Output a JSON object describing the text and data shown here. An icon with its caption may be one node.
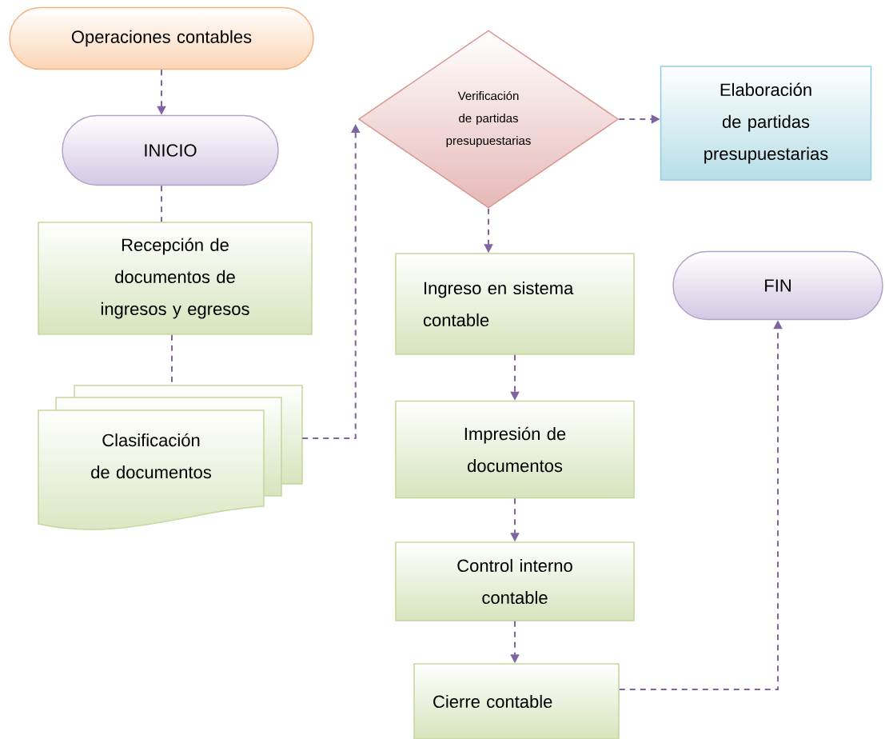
{
  "diagram": {
    "nodes": [
      {
        "text": [
          "Operaciones contables"
        ]
      },
      {
        "text": [
          "INICIO"
        ]
      },
      {
        "text": [
          "Recepción de documentos de ingresos y egresos"
        ]
      },
      {
        "text": [
          "Clasificación de documentos"
        ]
      },
      {
        "text": [
          "Verificación de partidas presupuestarias"
        ]
      },
      {
        "text": [
          "Elaboración de partidas presupuestarias"
        ]
      },
      {
        "text": [
          "Ingreso en sistema contable"
        ]
      },
      {
        "text": [
          "Impresión de documentos"
        ]
      },
      {
        "text": [
          "Control interno contable"
        ]
      },
      {
        "text": [
          "Cierre contable"
        ]
      },
      {
        "text": [
          "FIN"
        ]
      }
    ],
    "edges": [
      {
        "from": 0,
        "to": 1,
        "arrow": "to",
        "style": "dashed"
      },
      {
        "from": 1,
        "to": 2,
        "arrow": "none",
        "style": "dashed"
      },
      {
        "from": 2,
        "to": 3,
        "arrow": "none",
        "style": "dashed"
      },
      {
        "from": 3,
        "to": 4,
        "arrow": "to",
        "style": "dashed"
      },
      {
        "from": 4,
        "to": 5,
        "arrow": "to",
        "style": "dashed"
      },
      {
        "from": 4,
        "to": 6,
        "arrow": "to",
        "style": "dashed"
      },
      {
        "from": 6,
        "to": 7,
        "arrow": "to",
        "style": "dashed"
      },
      {
        "from": 7,
        "to": 8,
        "arrow": "to",
        "style": "dashed"
      },
      {
        "from": 8,
        "to": 9,
        "arrow": "to",
        "style": "dashed"
      },
      {
        "from": 9,
        "to": 10,
        "arrow": "to",
        "style": "dashed"
      }
    ]
  }
}
